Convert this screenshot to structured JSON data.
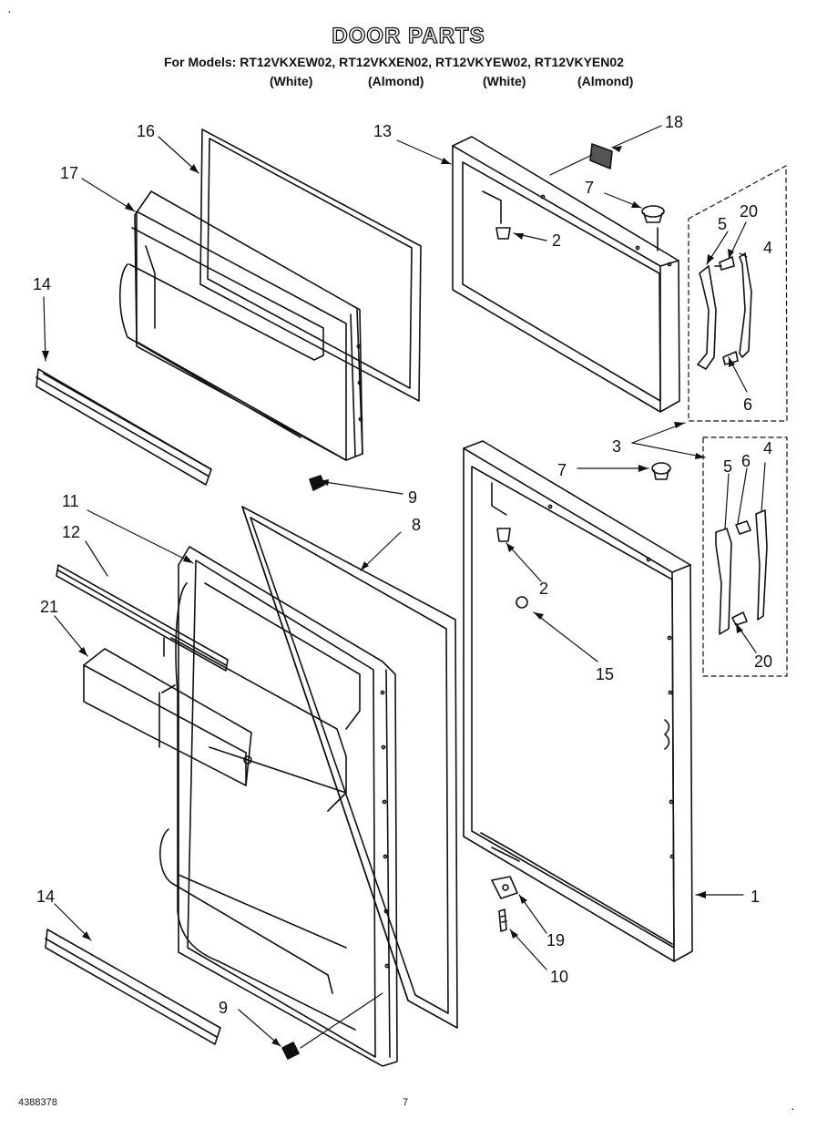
{
  "header": {
    "title": "DOOR PARTS",
    "models_line": "For Models: RT12VKXEW02, RT12VKXEN02, RT12VKYEW02, RT12VKYEN02",
    "colors": [
      "(White)",
      "(Almond)",
      "(White)",
      "(Almond)"
    ]
  },
  "callouts": [
    "16",
    "13",
    "18",
    "17",
    "7",
    "20",
    "5",
    "4",
    "2",
    "14",
    "6",
    "9",
    "3",
    "4",
    "6",
    "7",
    "5",
    "11",
    "8",
    "12",
    "2",
    "21",
    "15",
    "20",
    "1",
    "19",
    "14",
    "10",
    "9"
  ],
  "footer": {
    "doc_number": "4388378",
    "page_number": "7"
  }
}
